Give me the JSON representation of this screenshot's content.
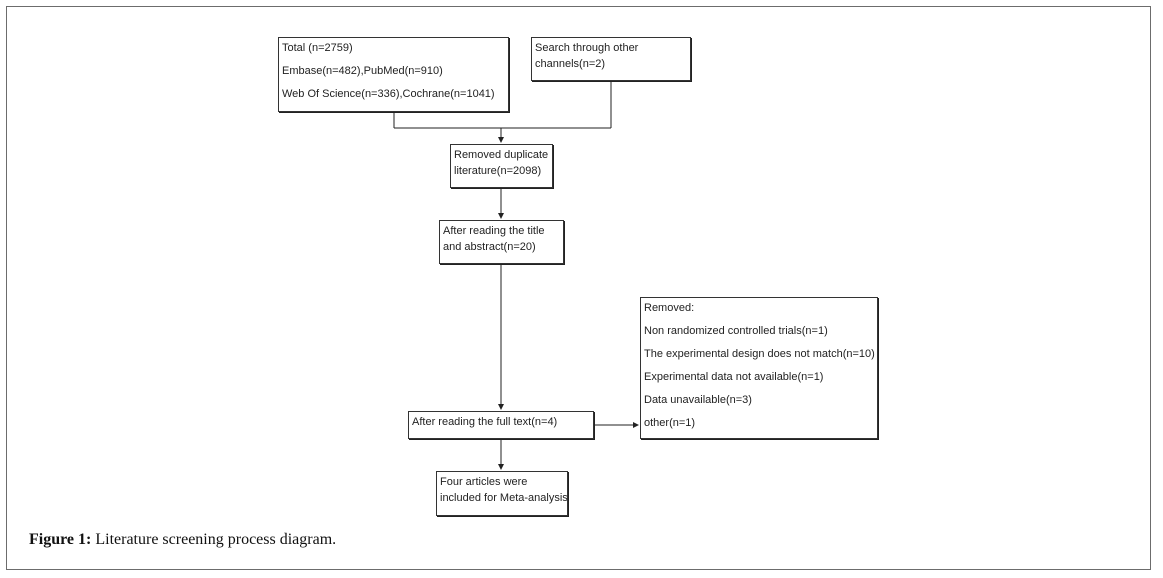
{
  "flowchart": {
    "sources": {
      "lines": [
        "Total (n=2759)",
        "Embase(n=482),PubMed(n=910)",
        "Web Of Science(n=336),Cochrane(n=1041)"
      ]
    },
    "other_channels": {
      "lines": [
        "Search through other",
        "channels(n=2)"
      ]
    },
    "duplicates": {
      "lines": [
        "Removed duplicate",
        "literature(n=2098)"
      ]
    },
    "title_abstract": {
      "lines": [
        "After reading the title",
        "and abstract(n=20)"
      ]
    },
    "full_text": {
      "lines": [
        "After reading the full text(n=4)"
      ]
    },
    "removed": {
      "lines": [
        "Removed:",
        "Non randomized controlled trials(n=1)",
        "The experimental design does not match(n=10)",
        "Experimental data not available(n=1)",
        "Data unavailable(n=3)",
        "other(n=1)"
      ]
    },
    "included": {
      "lines": [
        "Four articles were",
        "included for Meta-analysis"
      ]
    }
  },
  "caption": {
    "label": "Figure 1:",
    "text": " Literature screening process diagram."
  }
}
